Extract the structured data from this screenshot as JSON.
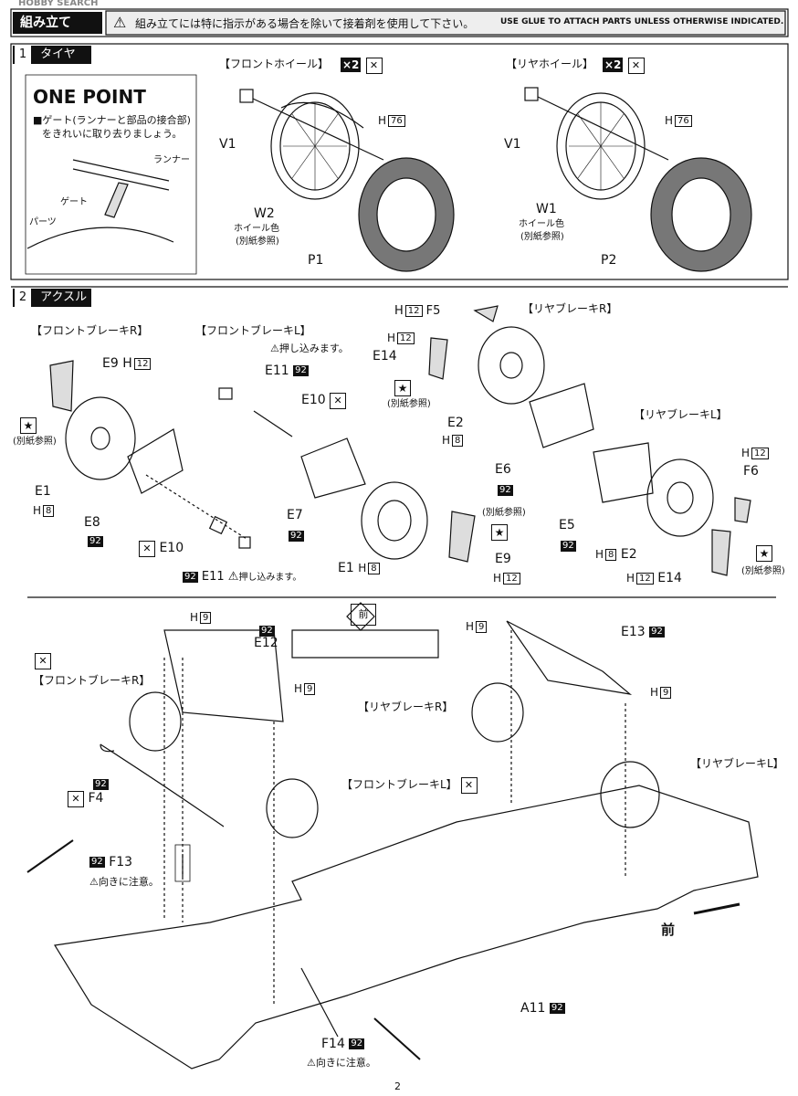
{
  "watermark": "HOBBY SEARCH",
  "header": {
    "title": "組み立て",
    "note_jp": "組み立てには特に指示がある場合を除いて接着剤を使用して下さい。",
    "note_en": "USE GLUE TO ATTACH PARTS UNLESS OTHERWISE INDICATED."
  },
  "step1": {
    "num": "1",
    "title": "タイヤ",
    "one_point": {
      "title": "ONE POINT",
      "line1": "■ゲート(ランナーと部品の接合部)",
      "line2": "をきれいに取り去りましょう。",
      "runner": "ランナー",
      "gate": "ゲート",
      "part": "パーツ"
    },
    "front_wheel": {
      "title": "【フロントホイール】",
      "qty": "×2",
      "v": "V1",
      "h": "H",
      "h_num": "76",
      "wheel": "W2",
      "color1": "ホイール色",
      "color2": "(別紙参照)",
      "tire": "P1"
    },
    "rear_wheel": {
      "title": "【リヤホイール】",
      "qty": "×2",
      "v": "V1",
      "h": "H",
      "h_num": "76",
      "wheel": "W1",
      "color1": "ホイール色",
      "color2": "(別紙参照)",
      "tire": "P2"
    }
  },
  "step2": {
    "num": "2",
    "title": "アクスル",
    "front_brake_r": {
      "title": "【フロントブレーキR】",
      "e9": "E9",
      "h12": "12",
      "ref": "(別紙参照)",
      "e1": "E1",
      "h8": "8",
      "e8": "E8",
      "p92": "92",
      "e10": "E10",
      "e11": "E11",
      "press": "押し込みます。"
    },
    "front_brake_l": {
      "title": "【フロントブレーキL】",
      "press": "押し込みます。",
      "e11": "E11",
      "p92": "92",
      "e10": "E10",
      "e7": "E7",
      "e1": "E1",
      "h8": "8",
      "ref": "(別紙参照)",
      "e9": "E9",
      "h12": "12"
    },
    "rear_brake_r": {
      "title": "【リヤブレーキR】",
      "h12a": "12",
      "f5": "F5",
      "h12b": "12",
      "e14": "E14",
      "ref": "(別紙参照)",
      "e2": "E2",
      "h8": "8",
      "e6": "E6",
      "p92": "92"
    },
    "rear_brake_l": {
      "title": "【リヤブレーキL】",
      "h12": "12",
      "f6": "F6",
      "e5": "E5",
      "p92": "92",
      "h8": "8",
      "e2": "E2",
      "h12b": "12",
      "e14": "E14",
      "ref": "(別紙参照)"
    }
  },
  "step3": {
    "front_arrow": "前",
    "h9a": "9",
    "p92a": "92",
    "e12": "E12",
    "h9b": "9",
    "front_brake_r": "【フロントブレーキR】",
    "p92b": "92",
    "f4": "F4",
    "f13": "F13",
    "p92c": "92",
    "caution": "向きに注意。",
    "front_brake_l": "【フロントブレーキL】",
    "h9c": "9",
    "e13": "E13",
    "p92d": "92",
    "h9d": "9",
    "rear_brake_r": "【リヤブレーキR】",
    "rear_brake_l": "【リヤブレーキL】",
    "forward": "前",
    "a11": "A11",
    "p92e": "92",
    "f14": "F14",
    "p92f": "92",
    "caution2": "向きに注意。"
  },
  "page_number": "2"
}
